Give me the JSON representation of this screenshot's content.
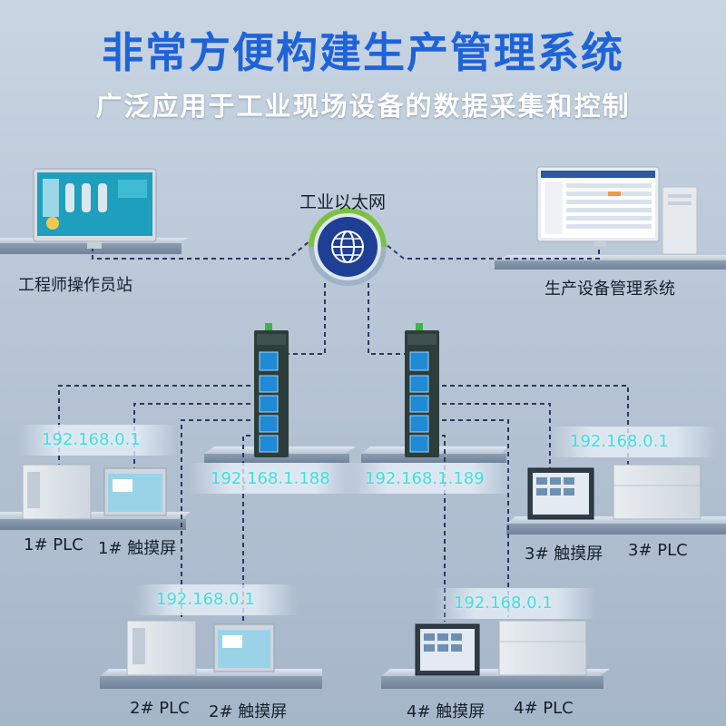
{
  "header": {
    "title": "非常方便构建生产管理系统",
    "subtitle": "广泛应用于工业现场设备的数据采集和控制"
  },
  "network": {
    "hub_label": "工业以太网",
    "engineer_station": "工程师操作员站",
    "management_system": "生产设备管理系统"
  },
  "switches": [
    {
      "ip": "192.168.1.188"
    },
    {
      "ip": "192.168.1.189"
    }
  ],
  "devices": {
    "group1": {
      "ip": "192.168.0.1",
      "plc": "1# PLC",
      "hmi": "1# 触摸屏"
    },
    "group2": {
      "ip": "192.168.0.1",
      "plc": "2# PLC",
      "hmi": "2# 触摸屏"
    },
    "group3": {
      "ip": "192.168.0.1",
      "plc": "3# PLC",
      "hmi": "3# 触摸屏"
    },
    "group4": {
      "ip": "192.168.0.1",
      "plc": "4# PLC",
      "hmi": "4# 触摸屏"
    }
  },
  "colors": {
    "title": "#1e63d8",
    "ip_text": "#3de0e0",
    "cable": "#2b3a62",
    "hub_ring": "#7cc242",
    "hub_core": "#1f3f94",
    "switch_body": "#2d3d3b",
    "port": "#1f8ad6"
  }
}
